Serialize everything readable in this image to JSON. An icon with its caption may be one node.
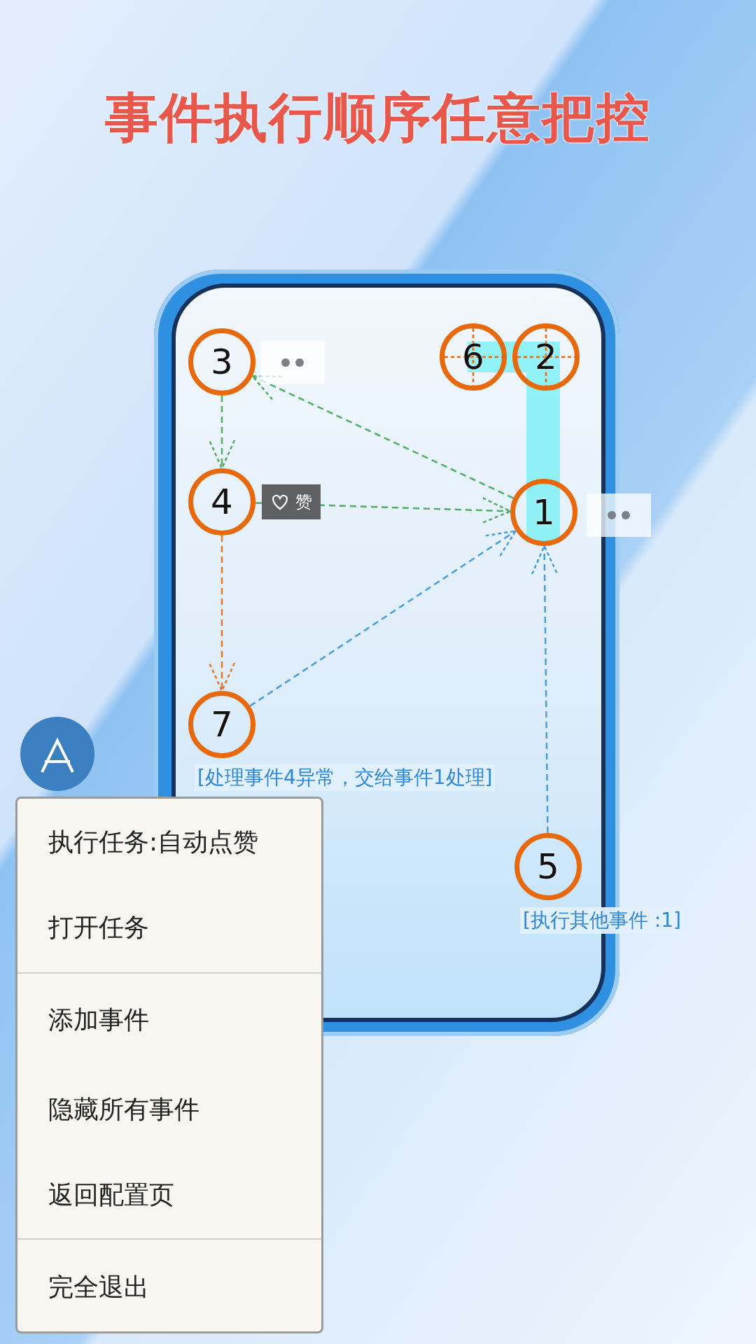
{
  "diagram": {
    "title": "事件执行顺序任意把控",
    "nodes": [
      {
        "text": [
          "3"
        ]
      },
      {
        "text": [
          "6"
        ]
      },
      {
        "text": [
          "2"
        ]
      },
      {
        "text": [
          "4"
        ],
        "beside": [
          "赞"
        ]
      },
      {
        "text": [
          "1"
        ]
      },
      {
        "text": [
          "7"
        ],
        "beside": [
          "[处理事件4异常，交给事件1处理]"
        ]
      },
      {
        "text": [
          "5"
        ],
        "beside": [
          "[执行其他事件 :1]"
        ]
      }
    ],
    "edges": [
      {
        "from": 0,
        "to": 3,
        "arrow": "to",
        "style": "dashed"
      },
      {
        "from": 4,
        "to": 0,
        "arrow": "to",
        "style": "dashed"
      },
      {
        "from": 3,
        "to": 4,
        "arrow": "to",
        "style": "dashed"
      },
      {
        "from": 3,
        "to": 5,
        "arrow": "to",
        "style": "dashed",
        "color": "#e8762a"
      },
      {
        "from": 5,
        "to": 4,
        "arrow": "to",
        "style": "dashed",
        "color": "#4a9ee0"
      },
      {
        "from": 6,
        "to": 4,
        "arrow": "to",
        "style": "dashed",
        "color": "#4a9ee0"
      }
    ],
    "labels": [
      "执行任务:自动点赞",
      "打开任务",
      "添加事件",
      "隐藏所有事件",
      "返回配置页",
      "完全退出"
    ]
  }
}
